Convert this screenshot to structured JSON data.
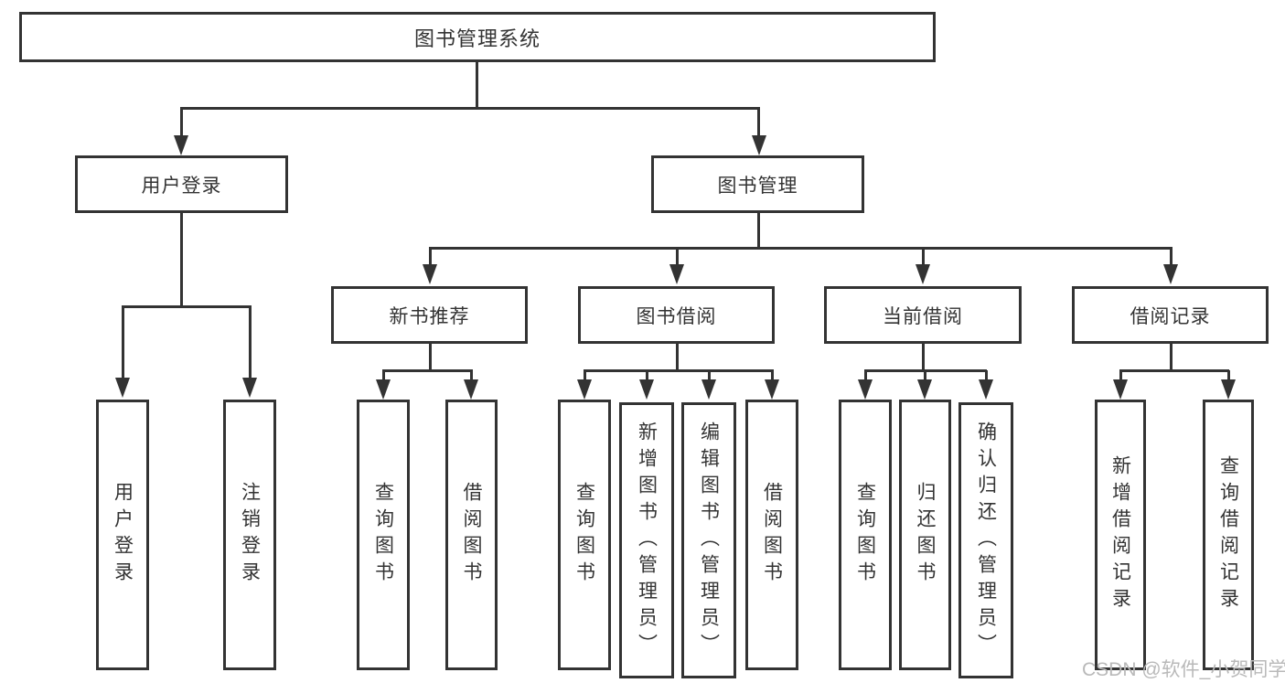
{
  "tree": {
    "root": {
      "label": "图书管理系统"
    },
    "branches": [
      {
        "label": "用户登录",
        "children": [
          {
            "label": "用户登录"
          },
          {
            "label": "注销登录"
          }
        ]
      },
      {
        "label": "图书管理",
        "children": [
          {
            "label": "新书推荐",
            "children": [
              {
                "label": "查询图书"
              },
              {
                "label": "借阅图书"
              }
            ]
          },
          {
            "label": "图书借阅",
            "children": [
              {
                "label": "查询图书"
              },
              {
                "label": "新增图书（管理员）"
              },
              {
                "label": "编辑图书（管理员）"
              },
              {
                "label": "借阅图书"
              }
            ]
          },
          {
            "label": "当前借阅",
            "children": [
              {
                "label": "查询图书"
              },
              {
                "label": "归还图书"
              },
              {
                "label": "确认归还（管理员）"
              }
            ]
          },
          {
            "label": "借阅记录",
            "children": [
              {
                "label": "新增借阅记录"
              },
              {
                "label": "查询借阅记录"
              }
            ]
          }
        ]
      }
    ]
  },
  "watermark": "CSDN @软件_小贺同学",
  "colors": {
    "line": "#333333",
    "text": "#333333",
    "watermark": "#b9b9b9",
    "background": "#ffffff"
  }
}
